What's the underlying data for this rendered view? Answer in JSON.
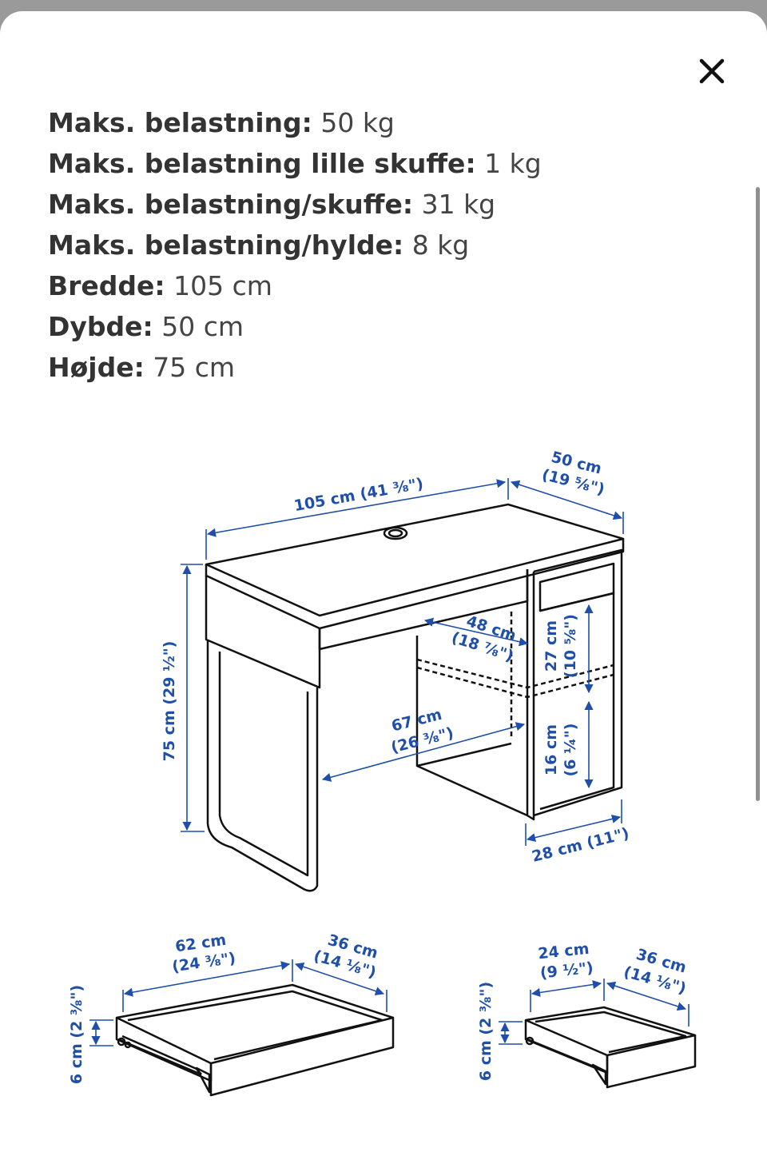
{
  "close_icon": "close-icon",
  "specs": [
    {
      "label": "Maks. belastning:",
      "value": " 50 kg"
    },
    {
      "label": "Maks. belastning lille skuffe:",
      "value": " 1 kg"
    },
    {
      "label": "Maks. belastning/skuffe:",
      "value": " 31 kg"
    },
    {
      "label": "Maks. belastning/hylde:",
      "value": " 8 kg"
    },
    {
      "label": "Bredde:",
      "value": " 105 cm"
    },
    {
      "label": "Dybde:",
      "value": " 50 cm"
    },
    {
      "label": "Højde:",
      "value": " 75 cm"
    }
  ],
  "diagram": {
    "desk": {
      "width": "105 cm (41 ⅜\")",
      "depth_cm": "50 cm",
      "depth_in": "(19 ⅝\")",
      "height": "75 cm (29 ½\")",
      "inner_depth_cm": "48 cm",
      "inner_depth_in": "(18 ⅞\")",
      "inner_width_cm": "67 cm",
      "inner_width_in": "(26 ⅜\")",
      "upper_h_cm": "27 cm",
      "upper_h_in": "(10 ⅝\")",
      "lower_h_cm": "16 cm",
      "lower_h_in": "(6 ¼\")",
      "cabinet_w": "28 cm (11\")"
    },
    "big_drawer": {
      "width_cm": "62 cm",
      "width_in": "(24 ⅜\")",
      "depth_cm": "36 cm",
      "depth_in": "(14 ⅛\")",
      "height": "6 cm (2 ⅜\")"
    },
    "small_drawer": {
      "width_cm": "24 cm",
      "width_in": "(9 ½\")",
      "depth_cm": "36 cm",
      "depth_in": "(14 ⅛\")",
      "height": "6 cm (2 ⅜\")"
    }
  }
}
